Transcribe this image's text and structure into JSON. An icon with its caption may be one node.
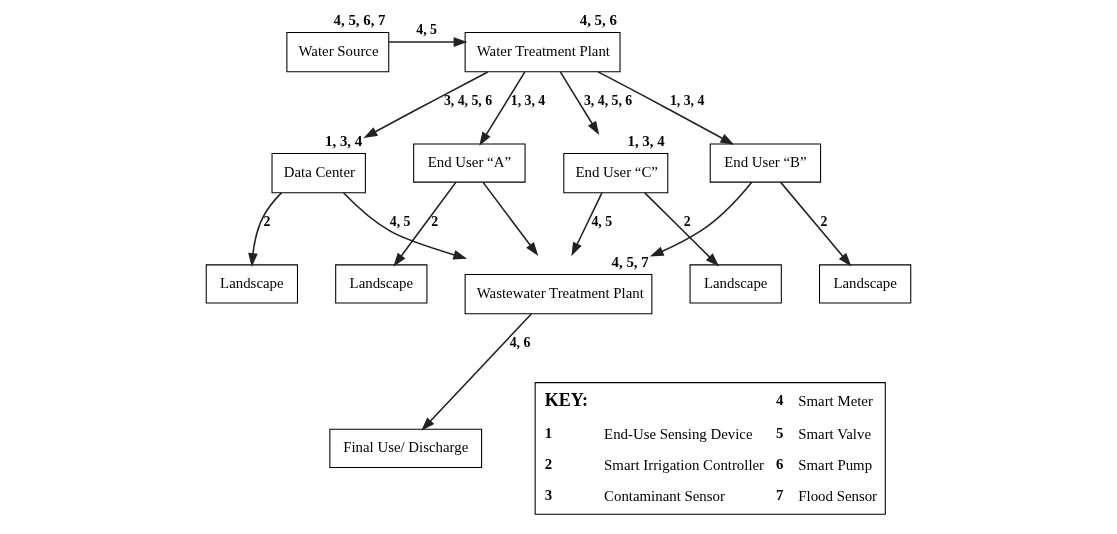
{
  "diagram": {
    "nodes": [
      {
        "text": [
          "Water Source"
        ],
        "beside": [
          "4, 5, 6, 7"
        ]
      },
      {
        "text": [
          "Water Treatment Plant"
        ],
        "beside": [
          "4, 5, 6"
        ]
      },
      {
        "text": [
          "End User “A”"
        ]
      },
      {
        "text": [
          "Landscape"
        ]
      },
      {
        "text": [
          "Data Center"
        ],
        "beside": [
          "1, 3, 4"
        ]
      },
      {
        "text": [
          "Landscape"
        ]
      },
      {
        "text": [
          "End User “B”"
        ]
      },
      {
        "text": [
          "Landscape"
        ]
      },
      {
        "text": [
          "End User “C”"
        ],
        "beside": [
          "1, 3, 4"
        ]
      },
      {
        "text": [
          "Wastewater Treatment Plant"
        ],
        "beside": [
          "4, 5, 7"
        ]
      },
      {
        "text": [
          "Landscape"
        ]
      },
      {
        "text": [
          "Final Use/ Discharge"
        ]
      }
    ],
    "edges": [
      {
        "from": 0,
        "to": 1,
        "arrow": "to",
        "label": "4, 5"
      },
      {
        "from": 1,
        "to": 4,
        "arrow": "to",
        "label": "3, 4, 5, 6"
      },
      {
        "from": 1,
        "to": 2,
        "arrow": "to",
        "label": "1, 3, 4"
      },
      {
        "from": 1,
        "to": 6,
        "arrow": "to",
        "label": "1, 3, 4"
      },
      {
        "from": 1,
        "to": 8,
        "arrow": "to",
        "label": "3, 4, 5, 6"
      },
      {
        "from": 2,
        "to": 3,
        "arrow": "to",
        "label": "2"
      },
      {
        "from": 4,
        "to": 5,
        "arrow": "to",
        "label": "2"
      },
      {
        "from": 6,
        "to": 7,
        "arrow": "to",
        "label": "2"
      },
      {
        "from": 8,
        "to": 10,
        "arrow": "to",
        "label": "2"
      },
      {
        "from": 2,
        "to": 9,
        "arrow": "to"
      },
      {
        "from": 4,
        "to": 9,
        "arrow": "to",
        "label": "4, 5"
      },
      {
        "from": 6,
        "to": 9,
        "arrow": "to"
      },
      {
        "from": 8,
        "to": 9,
        "arrow": "to",
        "label": "4, 5"
      },
      {
        "from": 9,
        "to": 11,
        "arrow": "to",
        "label": "4, 6"
      }
    ],
    "labels": [
      "KEY:",
      "4",
      "Smart Meter",
      "1",
      "End-Use Sensing Device",
      "5",
      "Smart Valve",
      "2",
      "Smart Irrigation Controller",
      "6",
      "Smart Pump",
      "3",
      "Contaminant Sensor",
      "7",
      "Flood Sensor"
    ]
  }
}
